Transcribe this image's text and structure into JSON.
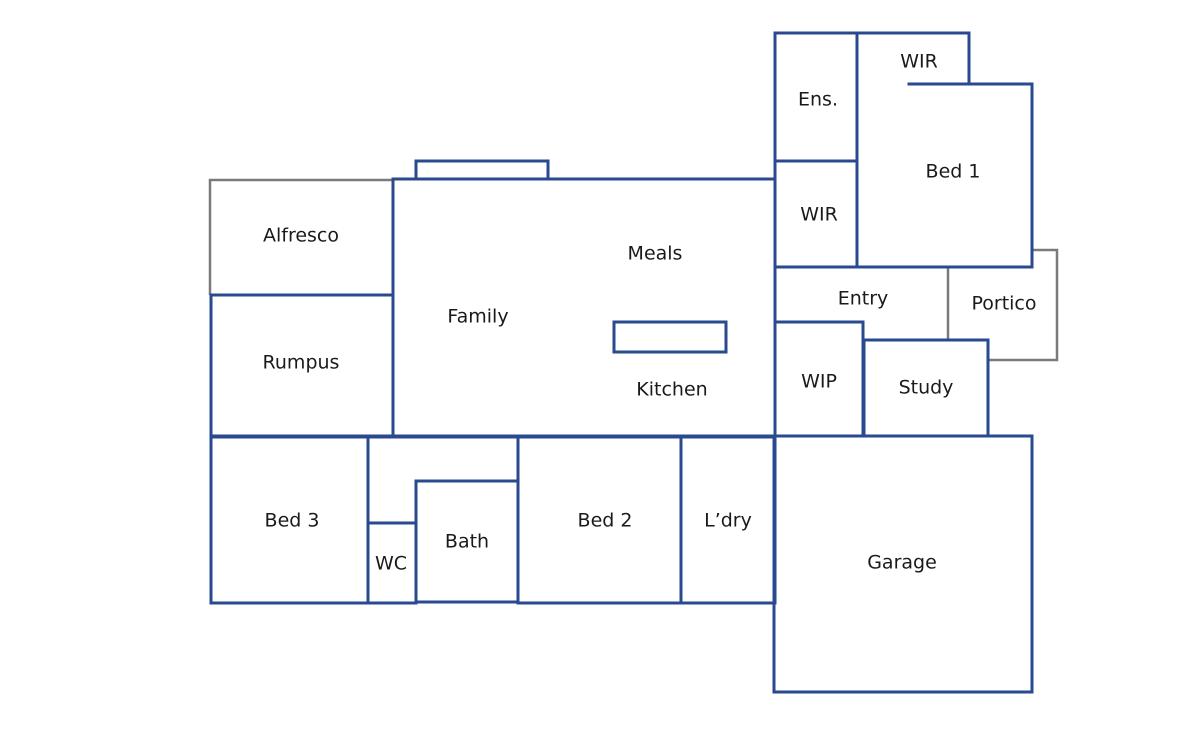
{
  "colors": {
    "walls": "#2a4a8f",
    "outdoor_outline": "#7a7a7a",
    "text": "#1a1a1a",
    "background": "#ffffff"
  },
  "rooms": {
    "ens": "Ens.",
    "wir_top": "WIR",
    "bed1": "Bed 1",
    "wir_mid": "WIR",
    "alfresco": "Alfresco",
    "meals": "Meals",
    "family": "Family",
    "kitchen": "Kitchen",
    "rumpus": "Rumpus",
    "entry": "Entry",
    "portico": "Portico",
    "wip": "WIP",
    "study": "Study",
    "bed3": "Bed 3",
    "wc": "WC",
    "bath": "Bath",
    "bed2": "Bed 2",
    "laundry": "L’dry",
    "garage": "Garage"
  }
}
